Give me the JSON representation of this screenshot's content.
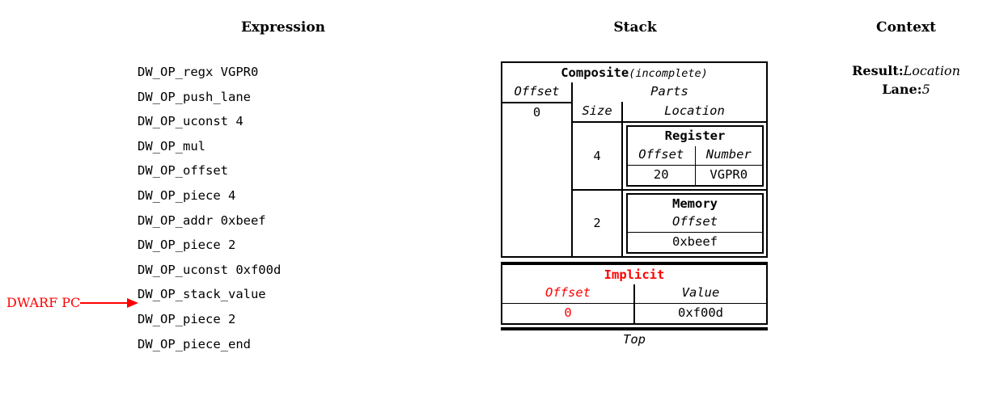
{
  "headers": {
    "expression": "Expression",
    "stack": "Stack",
    "context": "Context"
  },
  "expression": {
    "operations": [
      "DW_OP_regx VGPR0",
      "DW_OP_push_lane",
      "DW_OP_uconst 4",
      "DW_OP_mul",
      "DW_OP_offset",
      "DW_OP_piece 4",
      "DW_OP_addr 0xbeef",
      "DW_OP_piece 2",
      "DW_OP_uconst 0xf00d",
      "DW_OP_stack_value",
      "DW_OP_piece 2",
      "DW_OP_piece_end"
    ],
    "pc_marker": {
      "label": "DWARF PC",
      "points_to_index": 10,
      "color": "#ff0000"
    }
  },
  "stack": {
    "entries": [
      {
        "kind": "composite",
        "title": "Composite",
        "title_note": "(incomplete)",
        "offset_header": "Offset",
        "offset_value": "0",
        "parts_header": "Parts",
        "size_header": "Size",
        "location_header": "Location",
        "parts": [
          {
            "size": "4",
            "location": {
              "title": "Register",
              "columns": [
                "Offset",
                "Number"
              ],
              "values": [
                "20",
                "VGPR0"
              ]
            }
          },
          {
            "size": "2",
            "location": {
              "title": "Memory",
              "columns": [
                "Offset"
              ],
              "values": [
                "0xbeef"
              ]
            }
          }
        ]
      },
      {
        "kind": "implicit",
        "title": "Implicit",
        "title_color": "#ff0000",
        "columns": [
          "Offset",
          "Value"
        ],
        "values": [
          "0",
          "0xf00d"
        ],
        "highlight_column": 0
      }
    ],
    "top_label": "Top"
  },
  "context": {
    "rows": [
      {
        "key": "Result:",
        "value": "Location"
      },
      {
        "key": "Lane:",
        "value": "5"
      }
    ]
  }
}
